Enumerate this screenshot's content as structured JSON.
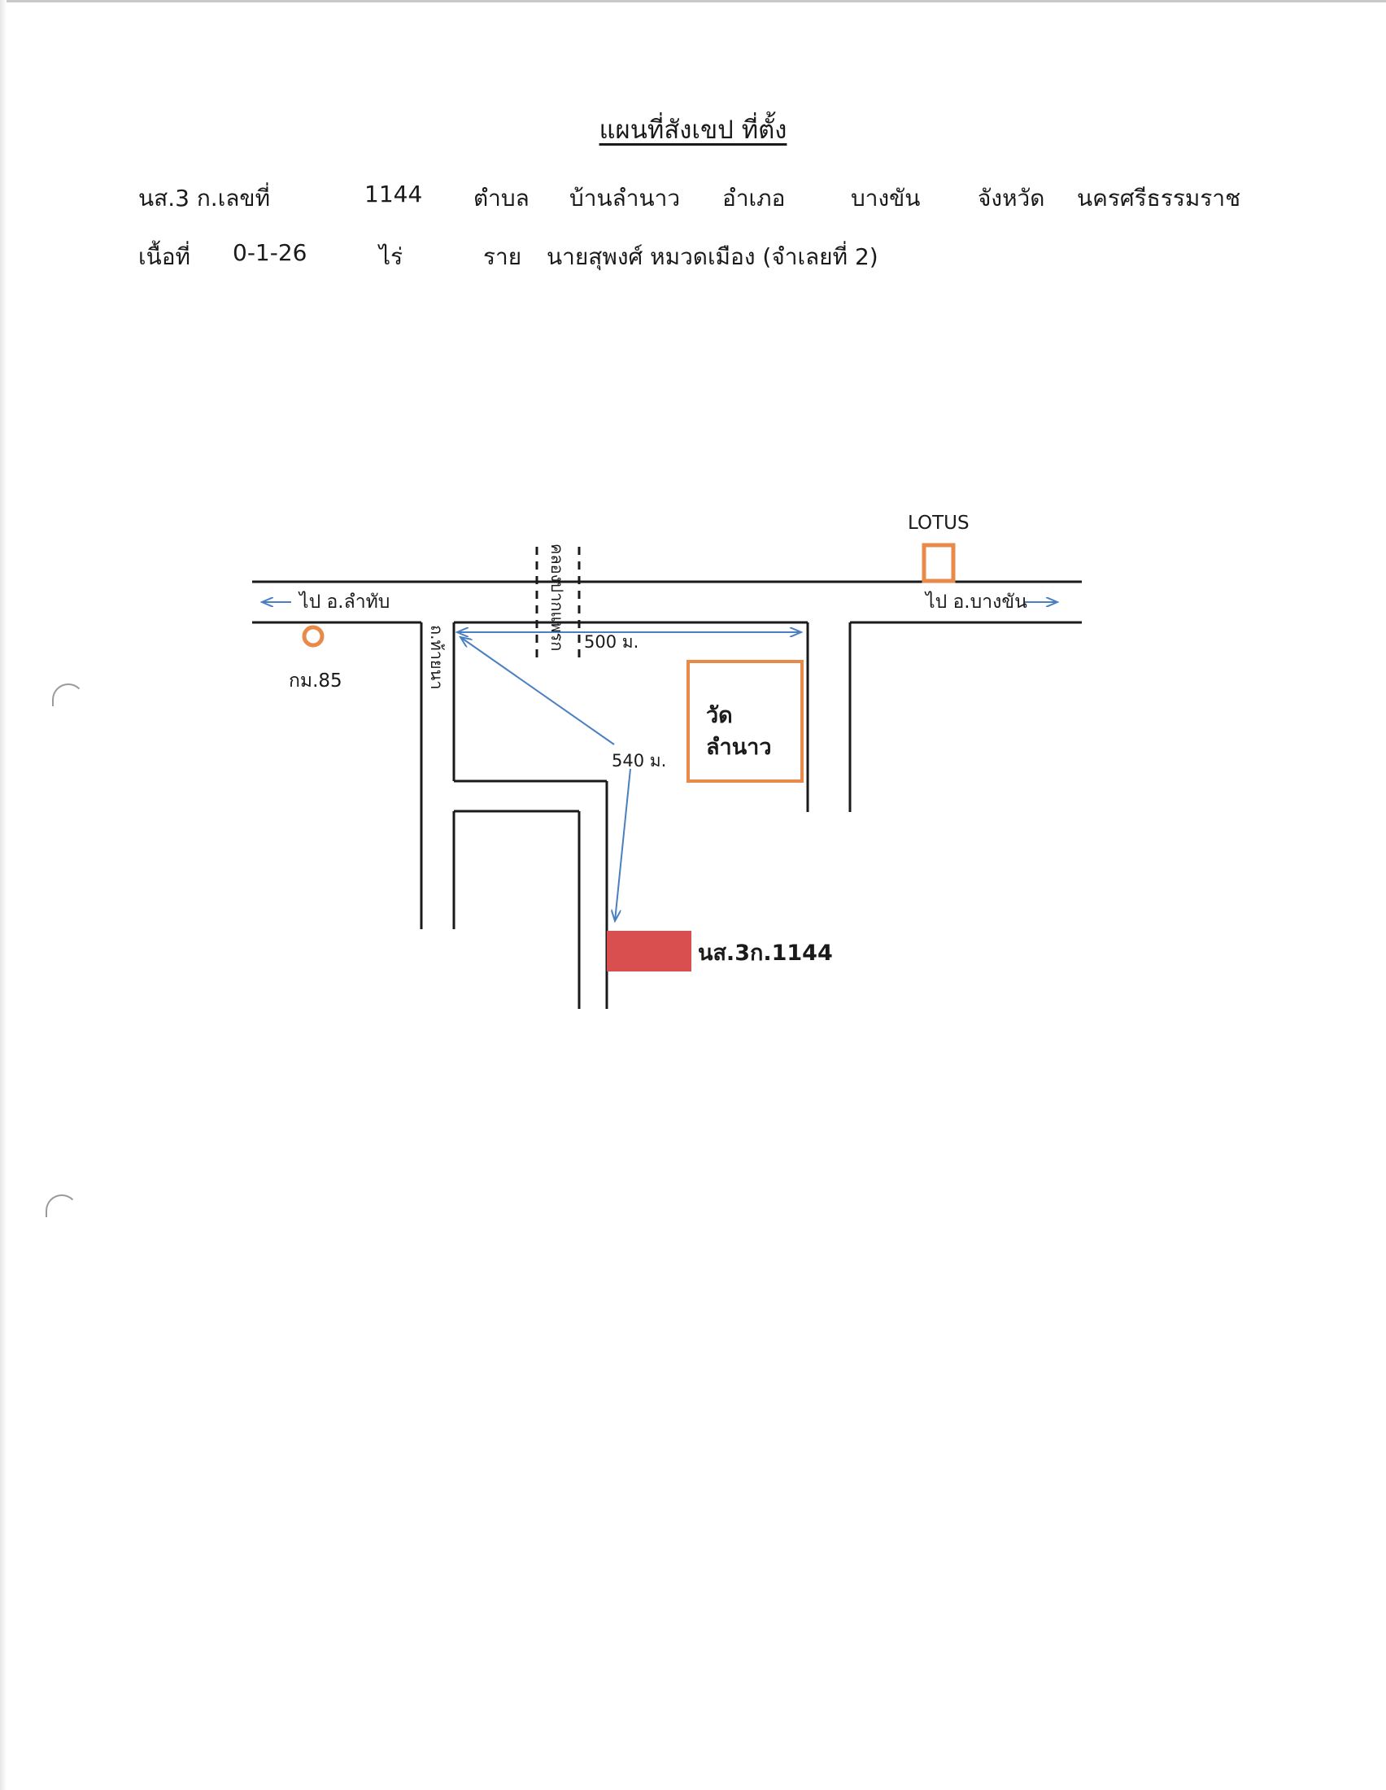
{
  "document": {
    "title": "แผนที่สังเขป ที่ตั้ง",
    "row1": {
      "doc_label": "นส.3 ก.เลขที่",
      "doc_number": "1144",
      "subdistrict_label": "ตำบล",
      "subdistrict": "บ้านลำนาว",
      "district_label": "อำเภอ",
      "district": "บางขัน",
      "province_label": "จังหวัด",
      "province": "นครศรีธรรมราช"
    },
    "row2": {
      "area_label": "เนื้อที่",
      "area": "0-1-26",
      "area_unit": "ไร่",
      "owner_label": "ราย",
      "owner": "นายสุพงศ์ หมวดเมือง (จำเลยที่ 2)"
    }
  },
  "map": {
    "labels": {
      "to_west": "ไป อ.ลำทับ",
      "to_east": "ไป อ.บางขัน",
      "lotus": "LOTUS",
      "km_marker": "กม.85",
      "canal": "คลองปากแพรก",
      "road_side": "ถ.ท้ายนา",
      "distance_1": "500 ม.",
      "distance_2": "540 ม.",
      "temple_line1": "วัด",
      "temple_line2": "ลำนาว",
      "parcel": "นส.3ก.1144"
    },
    "colors": {
      "road": "#1a1a1a",
      "arrow": "#4a7fc1",
      "landmark": "#e88a4a",
      "parcel": "#d94f4f"
    }
  }
}
